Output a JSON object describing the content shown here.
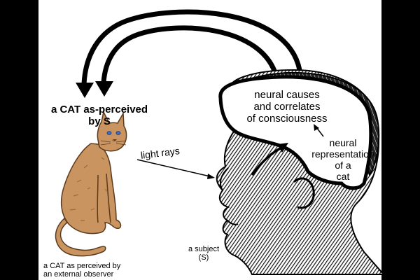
{
  "figure": {
    "labels": {
      "cat_as_perceived_by_s": [
        "a CAT as-perceived",
        "by S"
      ],
      "light_rays": "light rays",
      "neural_causes": [
        "neural causes",
        "and correlates",
        "of consciousness"
      ],
      "neural_representation": [
        "neural",
        "representation",
        "of a",
        "cat"
      ],
      "subject": [
        "a subject",
        "(S)"
      ],
      "external_observer": [
        "a CAT as perceived by",
        "an external observer"
      ]
    },
    "colors": {
      "background": "#000000",
      "panel": "#ffffff",
      "ink": "#000000",
      "cat_fur": "#c9945f",
      "cat_fur_dark": "#9c6a3c",
      "cat_eye": "#3b6fd1"
    }
  }
}
